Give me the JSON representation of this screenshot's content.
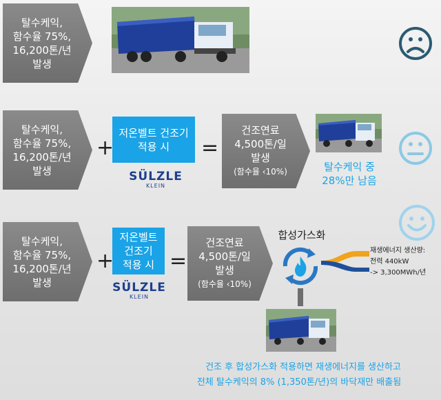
{
  "row1": {
    "input": [
      "탈수케익,",
      "함수율 75%,",
      "16,200톤/년",
      "발생"
    ]
  },
  "row2": {
    "input": [
      "탈수케익,",
      "함수율 75%,",
      "16,200톤/년",
      "발생"
    ],
    "plus": "+",
    "dryer": [
      "저온벨트 건조기",
      "적용 시"
    ],
    "brand_top": "SÜLZLE",
    "brand_bottom": "KLEIN",
    "equals": "=",
    "output": [
      "건조연료",
      "4,500톤/일",
      "발생"
    ],
    "output_note": "(함수율 ‹10%)",
    "result": [
      "탈수케익 중",
      "28%만 남음"
    ]
  },
  "row3": {
    "input": [
      "탈수케익,",
      "함수율 75%,",
      "16,200톤/년",
      "발생"
    ],
    "plus": "+",
    "dryer": [
      "저온벨트",
      "건조기",
      "적용 시"
    ],
    "brand_top": "SÜLZLE",
    "brand_bottom": "KLEIN",
    "equals": "=",
    "output": [
      "건조연료",
      "4,500톤/일",
      "발생"
    ],
    "output_note": "(함수율 ‹10%)",
    "gasification": "합성가스화",
    "energy": [
      "재생에너지 생산량:",
      "전력 440kW",
      "-> 3,300MWh/년"
    ]
  },
  "footer": [
    "건조 후 합성가스화 적용하면 재생에너지를 생산하고",
    "전체 탈수케익의 8% (1,350톤/년)의 바닥재만 배출됨"
  ],
  "colors": {
    "accent": "#1aa3e6",
    "arrow": "#7b7b7b",
    "face_sad": "#2b5a73",
    "face_neutral": "#8cc8e6",
    "face_happy": "#9fd3ec"
  }
}
